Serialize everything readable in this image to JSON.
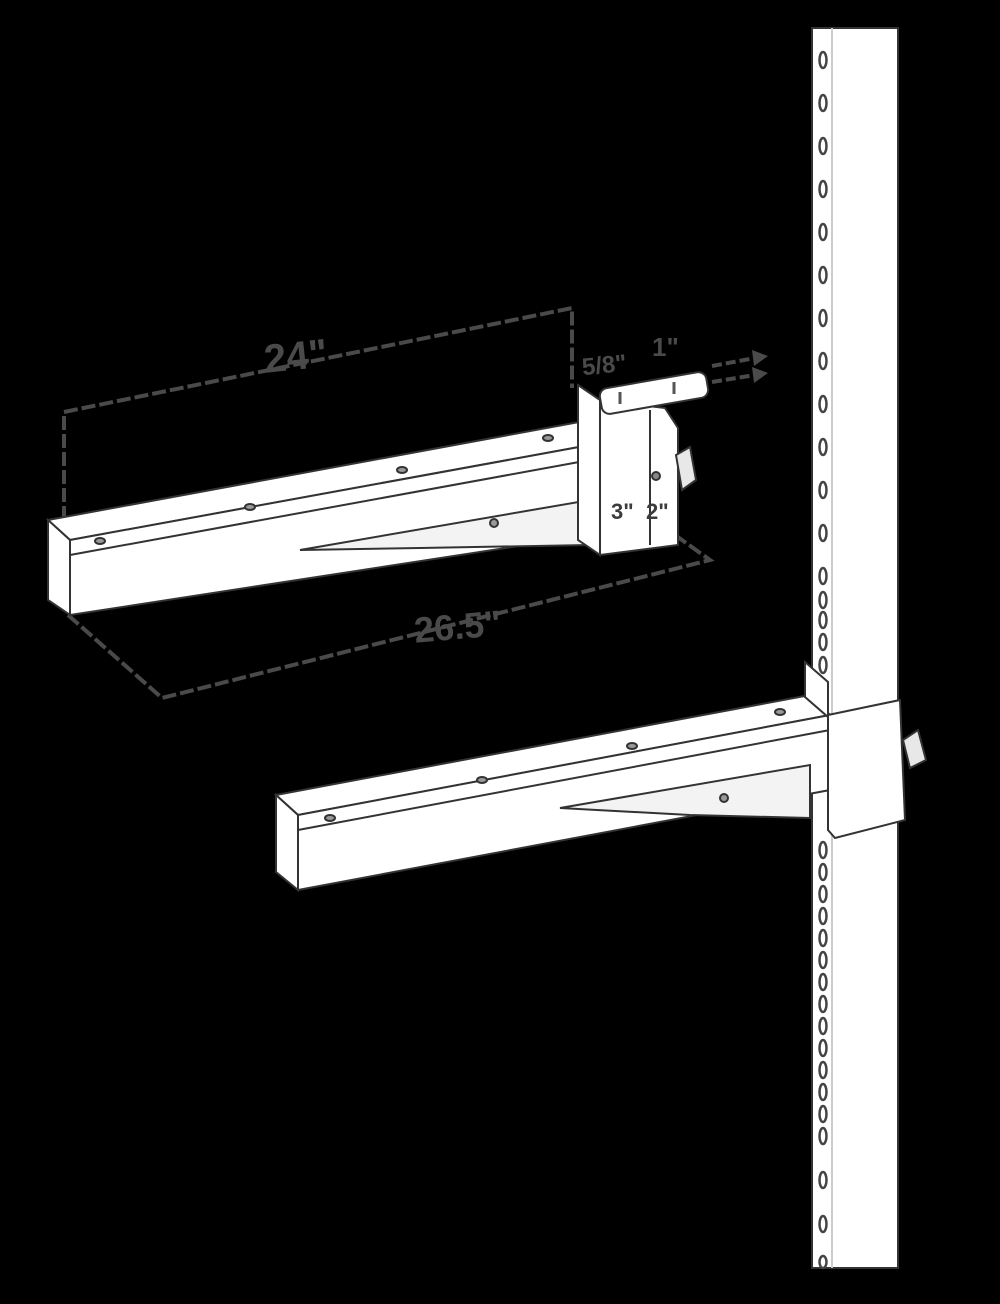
{
  "diagram": {
    "subject": "Spotter arm attached to rack upright",
    "background_color": "#000000",
    "line_color": "#4a4a4a",
    "part_fill": "#ffffff",
    "components": [
      {
        "name": "upright-post",
        "note": "vertical post with row of holes"
      },
      {
        "name": "spotter-arm-detached",
        "note": "arm shown with dimensions"
      },
      {
        "name": "spotter-arm-mounted",
        "note": "arm attached to upright with knob pin"
      },
      {
        "name": "pull-pin",
        "note": "pin with arrows indicating insertion direction"
      }
    ],
    "dimensions": {
      "arm_length": "24\"",
      "pin_diameter": "5/8\"",
      "hole_size": "1\"",
      "sleeve_width": "3\"",
      "sleeve_depth": "2\"",
      "overall_length": "26.5\""
    }
  }
}
